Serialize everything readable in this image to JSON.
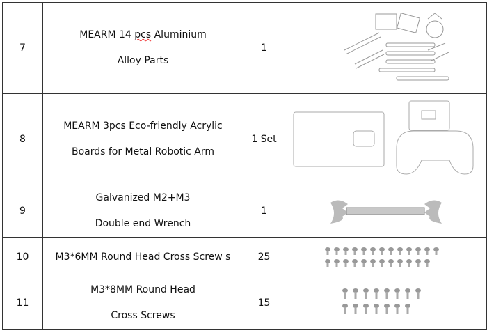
{
  "rows": [
    {
      "no": "7",
      "name": [
        "MEARM 14 pcs Aluminium",
        "Alloy Parts"
      ],
      "qty": "1",
      "image": "aluminium-parts"
    },
    {
      "no": "8",
      "name": [
        "MEARM 3pcs Eco-friendly Acrylic",
        "Boards for Metal Robotic Arm"
      ],
      "qty": "1 Set",
      "image": "acrylic-boards"
    },
    {
      "no": "9",
      "name": [
        "Galvanized M2+M3",
        "Double end Wrench"
      ],
      "qty": "1",
      "image": "wrench"
    },
    {
      "no": "10",
      "name": [
        "M3*6MM Round Head Cross Screw s"
      ],
      "qty": "25",
      "image": "screws-m3x6"
    },
    {
      "no": "11",
      "name": [
        "M3*8MM Round Head",
        "Cross Screws"
      ],
      "qty": "15",
      "image": "screws-m3x8"
    }
  ]
}
